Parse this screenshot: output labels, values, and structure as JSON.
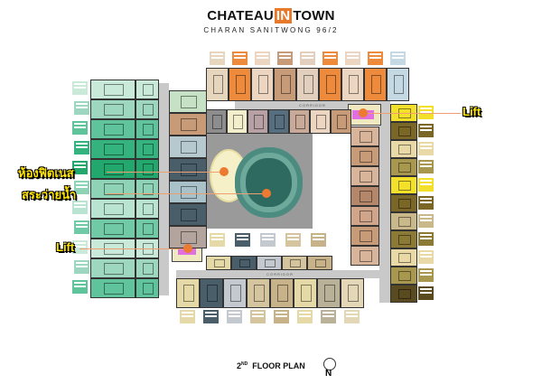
{
  "header": {
    "brand_left": "CHATEAU",
    "brand_mid": "IN",
    "brand_right": "TOWN",
    "subtitle": "CHARAN SANITWONG 96/2"
  },
  "corridor_label": "CORRIDOR",
  "callouts": {
    "fitness": "ห้องฟิตเนส",
    "pool": "สระว่ายน้ำ",
    "lift_left": "Lift",
    "lift_right": "Lift"
  },
  "footer": {
    "floor_num": "2",
    "floor_suffix": "ND",
    "floor_label": "FLOOR PLAN",
    "north": "N"
  },
  "colors": {
    "accent": "#e8792a",
    "callout_text": "#ffe600",
    "marker": "#ec7a30",
    "lift": "#e070e0",
    "corridor": "#c9c9c9"
  },
  "blocks": {
    "top_row": [
      "#e6d6bd",
      "#ee8a3c",
      "#ecd6c1",
      "#c79a78",
      "#e2cfbe",
      "#ee8a3c",
      "#ecd6c1",
      "#ee8a3c",
      "#c5d9e5"
    ],
    "top_inner": [
      "#8d8d8d",
      "#f3efcc",
      "#b7a1a4",
      "#566e7e",
      "#c9aa98",
      "#ecd6c1",
      "#c79a78"
    ],
    "left_outer": [
      "#c9ead9",
      "#9ed7bf",
      "#5fc39b",
      "#34b37e",
      "#22a86c",
      "#8fd3b7",
      "#b9e4d2",
      "#6fcaa5",
      "#c9ead9",
      "#9ed7bf",
      "#5fc39b"
    ],
    "left_inner": [
      "#c7e1c7",
      "#c79a78",
      "#b5c9cf",
      "#4a5e6a",
      "#a9c1c8",
      "#4a5e6a",
      "#b3a59e"
    ],
    "right_outer": [
      "#f2e02a",
      "#7a6626",
      "#e8d9a6",
      "#a8974e",
      "#f2e02a",
      "#7a6626",
      "#c9b98a",
      "#8b7a35",
      "#e8d9a6",
      "#a8974e",
      "#5a4a20"
    ],
    "right_inner": [
      "#d8b59a",
      "#c79a78",
      "#d8b59a",
      "#b4876a",
      "#d0a58a",
      "#c79a78",
      "#d8b59a"
    ],
    "bottom_row": [
      "#e6d9a8",
      "#4a5e6a",
      "#c3c9cf",
      "#d4c59e",
      "#c7b28a",
      "#e6d9a8",
      "#b9b198",
      "#e3d7b8"
    ]
  }
}
